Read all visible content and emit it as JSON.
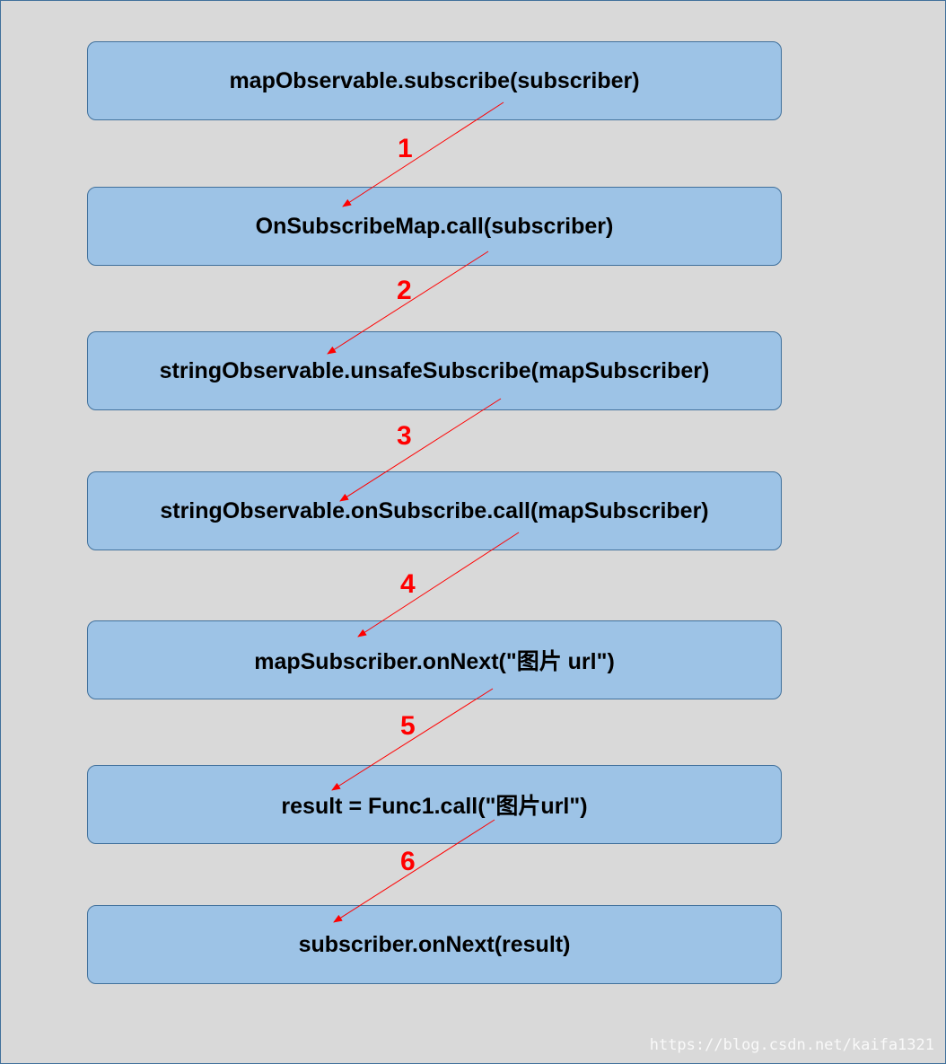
{
  "colors": {
    "background": "#d9d9d9",
    "box_fill": "#9dc3e6",
    "box_border": "#41719c",
    "arrow": "#ff0000",
    "step_number": "#ff0000"
  },
  "boxes": [
    {
      "label": "mapObservable.subscribe(subscriber)"
    },
    {
      "label": "OnSubscribeMap.call(subscriber)"
    },
    {
      "label": "stringObservable.unsafeSubscribe(mapSubscriber)"
    },
    {
      "label": "stringObservable.onSubscribe.call(mapSubscriber)"
    },
    {
      "label": "mapSubscriber.onNext(\"图片 url\")"
    },
    {
      "label": "result = Func1.call(\"图片url\")"
    },
    {
      "label": "subscriber.onNext(result)"
    }
  ],
  "steps": [
    {
      "number": "1"
    },
    {
      "number": "2"
    },
    {
      "number": "3"
    },
    {
      "number": "4"
    },
    {
      "number": "5"
    },
    {
      "number": "6"
    }
  ],
  "watermark": "https://blog.csdn.net/kaifa1321"
}
